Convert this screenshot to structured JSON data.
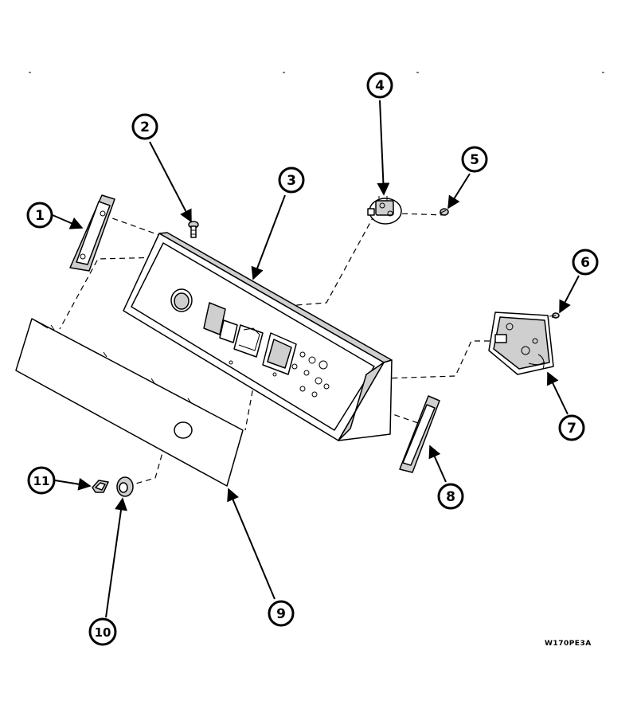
{
  "diagram": {
    "callouts": [
      "1",
      "2",
      "3",
      "4",
      "5",
      "6",
      "7",
      "8",
      "9",
      "10",
      "11"
    ],
    "drawing_code": "W170PE3A"
  }
}
